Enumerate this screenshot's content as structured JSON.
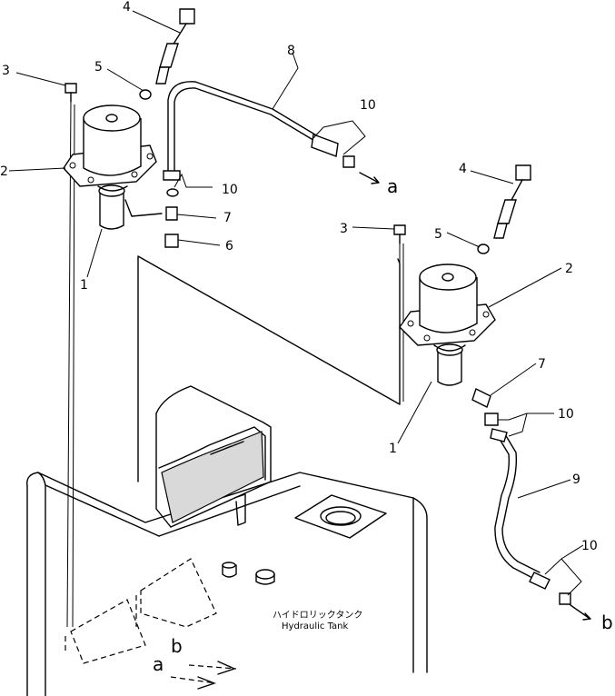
{
  "callouts": {
    "c1a": "1",
    "c1b": "1",
    "c2a": "2",
    "c2b": "2",
    "c3a": "3",
    "c3b": "3",
    "c4a": "4",
    "c4b": "4",
    "c5a": "5",
    "c5b": "5",
    "c6": "6",
    "c7a": "7",
    "c7b": "7",
    "c8": "8",
    "c9": "9",
    "c10a": "10",
    "c10b": "10",
    "c10c": "10",
    "c10d": "10"
  },
  "connections": {
    "a_top": "a",
    "b_right": "b",
    "a_bottom": "a",
    "b_bottom": "b"
  },
  "tank": {
    "jp_label": "ハイドロリックタンク",
    "en_label": "Hydraulic Tank"
  }
}
